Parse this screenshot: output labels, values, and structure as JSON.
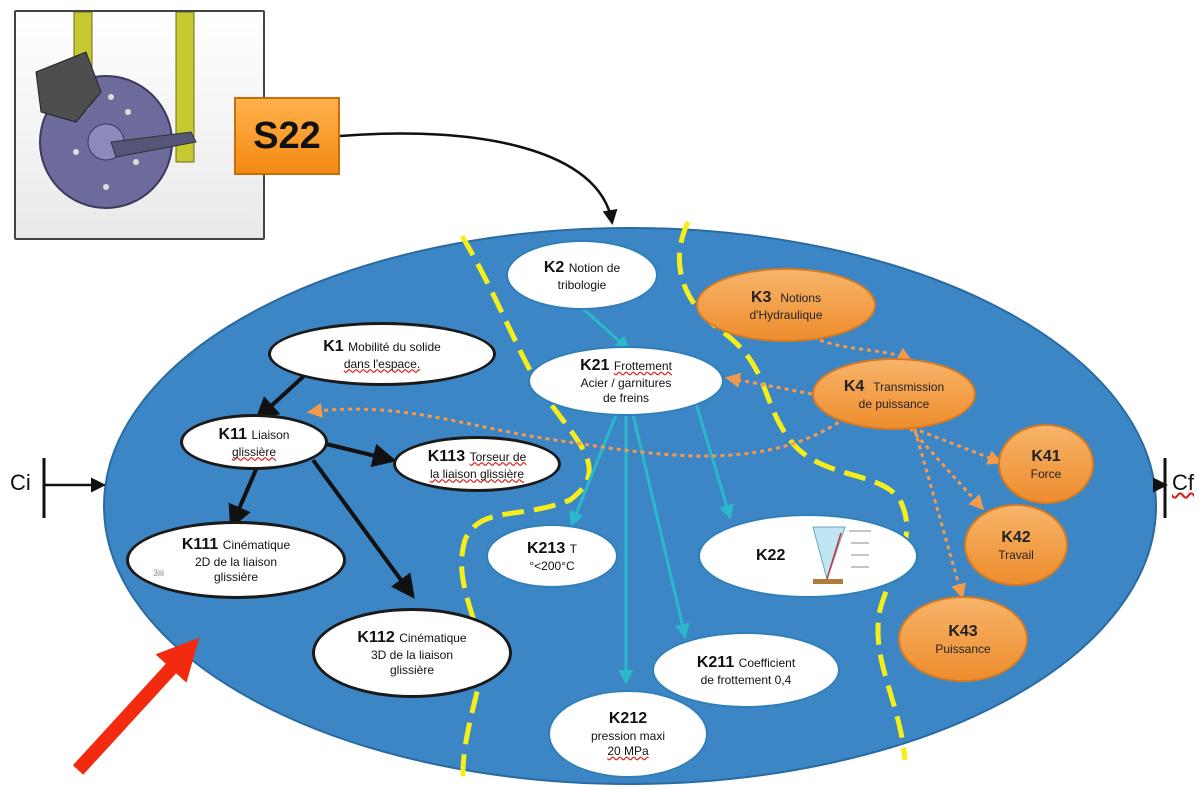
{
  "source_label": "S22",
  "left_terminal": "Ci",
  "right_terminal": "Cf",
  "nodes": {
    "k1": {
      "code": "K1",
      "lines": [
        "Mobilité du solide",
        "dans l'espace."
      ]
    },
    "k11": {
      "code": "K11",
      "lines": [
        "Liaison",
        "glissière"
      ]
    },
    "k113": {
      "code": "K113",
      "lines": [
        "Torseur de",
        "la liaison glissière"
      ]
    },
    "k111": {
      "code": "K111",
      "lines": [
        "Cinématique",
        "2D de la liaison",
        "glissière"
      ],
      "stray": "3iii"
    },
    "k112": {
      "code": "K112",
      "lines": [
        "Cinématique",
        "3D de la liaison",
        "glissière"
      ]
    },
    "k2": {
      "code": "K2",
      "lines": [
        "Notion de",
        "tribologie"
      ]
    },
    "k21": {
      "code": "K21",
      "lines": [
        "Frottement",
        "Acier / garnitures",
        "de freins"
      ]
    },
    "k213": {
      "code": "K213",
      "lines": [
        "T",
        "°<200°C"
      ]
    },
    "k22": {
      "code": "K22",
      "lines": []
    },
    "k211": {
      "code": "K211",
      "lines": [
        "Coefficient",
        "de frottement 0,4"
      ]
    },
    "k212": {
      "code": "K212",
      "lines": [
        "pression maxi",
        "20 MPa"
      ]
    },
    "k3": {
      "code": "K3",
      "lines": [
        "Notions",
        "d'Hydraulique"
      ]
    },
    "k4": {
      "code": "K4",
      "lines": [
        "Transmission",
        "de puissance"
      ]
    },
    "k41": {
      "code": "K41",
      "lines": [
        "Force"
      ]
    },
    "k42": {
      "code": "K42",
      "lines": [
        "Travail"
      ]
    },
    "k43": {
      "code": "K43",
      "lines": [
        "Puissance"
      ]
    }
  },
  "colors": {
    "ellipse_fill": "#3d86c6",
    "ellipse_stroke": "#2a6aa3",
    "zone_divider": "#f5ee1a",
    "arrow_black": "#111111",
    "arrow_teal": "#2bb8c9",
    "arrow_orange": "#f59a4a",
    "arrow_red": "#f22a10",
    "node_orange": "#f0972f"
  },
  "icons": [
    "brake-assembly-image",
    "friction-cone-icon"
  ]
}
